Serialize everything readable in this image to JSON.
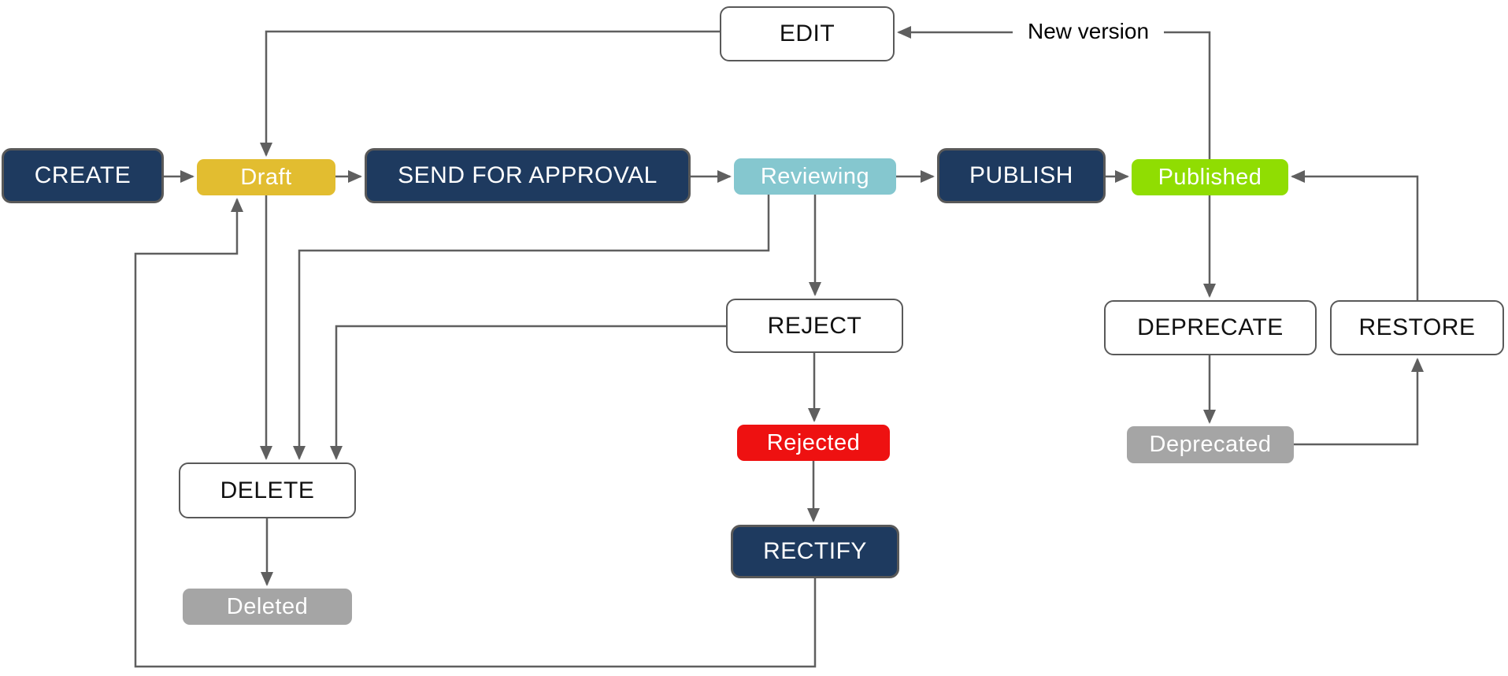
{
  "palette": {
    "navy": "#1e3a5f",
    "gold": "#e2bd30",
    "teal": "#85c7cf",
    "green": "#90dd02",
    "red": "#ee1111",
    "gray": "#a5a5a5",
    "arrow": "#5f5f5f",
    "border": "#595959",
    "white_box": "#ffffff",
    "text_dark": "#111111",
    "text_light": "#ffffff"
  },
  "nodes": {
    "create": {
      "label": "CREATE",
      "kind": "action"
    },
    "draft": {
      "label": "Draft",
      "kind": "state",
      "color": "gold"
    },
    "send_for_approval": {
      "label": "SEND FOR APPROVAL",
      "kind": "action"
    },
    "reviewing": {
      "label": "Reviewing",
      "kind": "state",
      "color": "teal"
    },
    "publish": {
      "label": "PUBLISH",
      "kind": "action"
    },
    "published": {
      "label": "Published",
      "kind": "state",
      "color": "green"
    },
    "edit": {
      "label": "EDIT",
      "kind": "action-outline"
    },
    "reject": {
      "label": "REJECT",
      "kind": "action-outline"
    },
    "rejected": {
      "label": "Rejected",
      "kind": "state",
      "color": "red"
    },
    "rectify": {
      "label": "RECTIFY",
      "kind": "action"
    },
    "delete": {
      "label": "DELETE",
      "kind": "action-outline"
    },
    "deleted": {
      "label": "Deleted",
      "kind": "state",
      "color": "gray"
    },
    "deprecate": {
      "label": "DEPRECATE",
      "kind": "action-outline"
    },
    "deprecated": {
      "label": "Deprecated",
      "kind": "state",
      "color": "gray"
    },
    "restore": {
      "label": "RESTORE",
      "kind": "action-outline"
    }
  },
  "edge_labels": {
    "new_version": "New version"
  }
}
